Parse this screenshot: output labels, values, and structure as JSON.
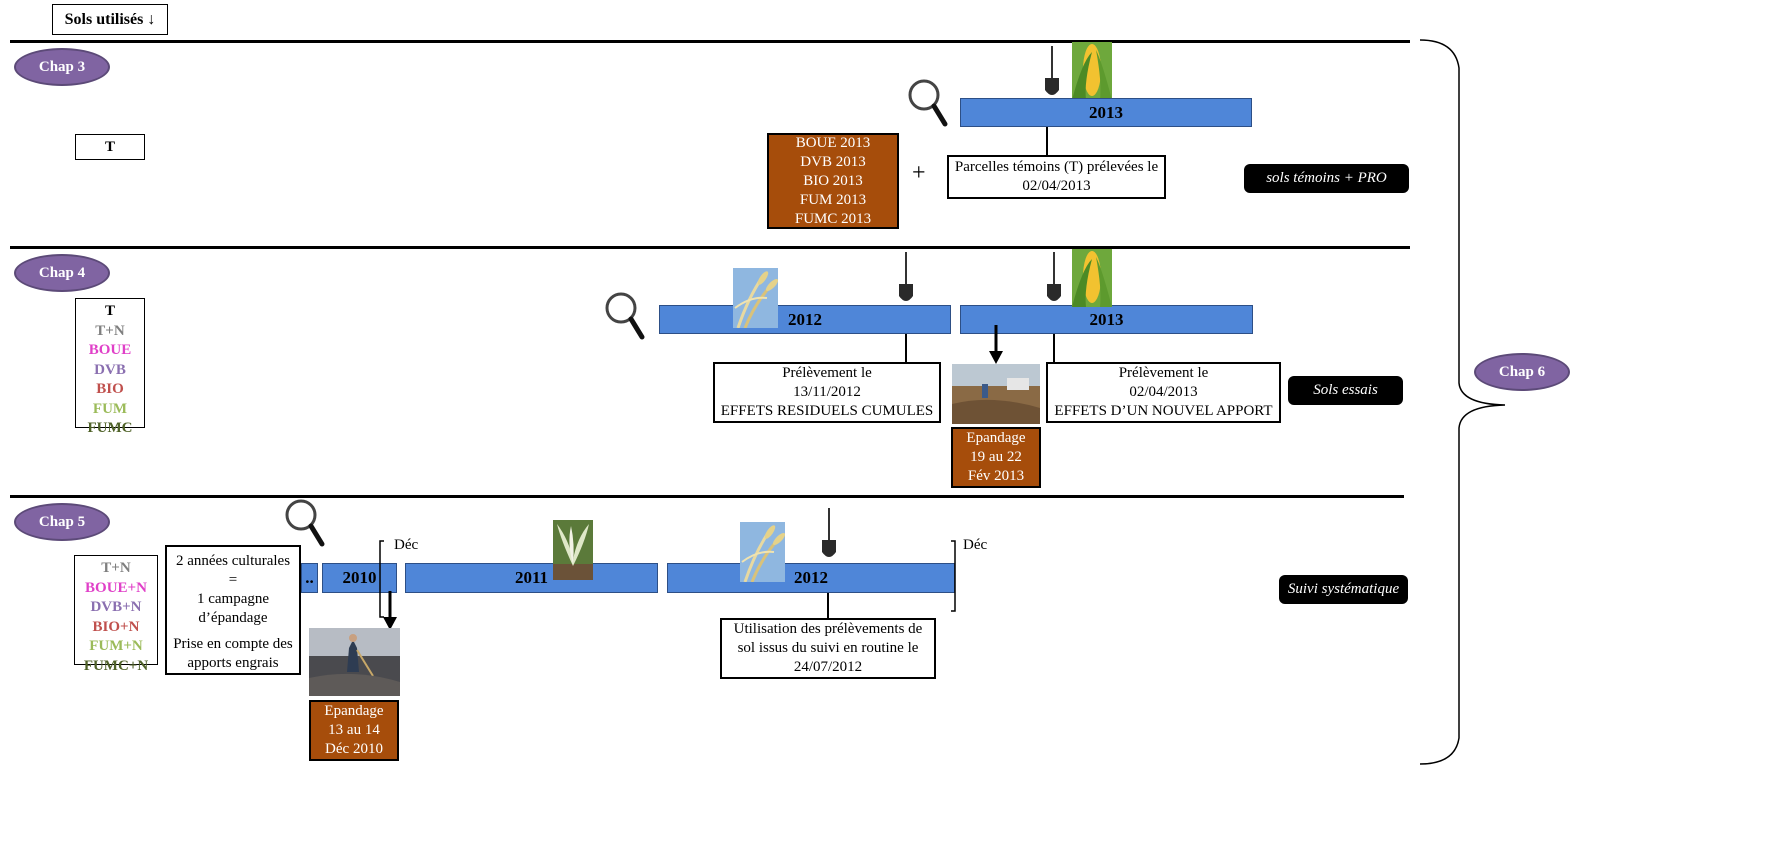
{
  "header": {
    "soils_used": "Sols utilisés ↓"
  },
  "chapters": {
    "chap3": "Chap 3",
    "chap4": "Chap 4",
    "chap5": "Chap 5",
    "chap6": "Chap 6"
  },
  "colors": {
    "accent_purple": "#8064a2",
    "timeline_blue": "#4f86d8",
    "pro_brown": "#a64d0b",
    "boue_magenta": "#e040c8",
    "dvb_purple": "#8a6fb0",
    "bio_red": "#c0504d",
    "fum_green": "#9bbb59",
    "fumc_darkgreen": "#4f6228",
    "tn_gray": "#7f7f7f"
  },
  "icons": [
    "magnifier-icon",
    "spade-icon",
    "corn-icon",
    "wheat-icon",
    "beet-icon",
    "arrow-down-icon"
  ],
  "section3": {
    "legend": [
      "T"
    ],
    "timeline_2013": "2013",
    "pro_list": [
      "BOUE 2013",
      "DVB 2013",
      "BIO 2013",
      "FUM 2013",
      "FUMC 2013"
    ],
    "plus": "+",
    "sampling_text": [
      "Parcelles témoins (T) prélevées le",
      "02/04/2013"
    ],
    "tag": "sols  témoins + PRO"
  },
  "section4": {
    "legend": [
      "T",
      "T+N",
      "BOUE",
      "DVB",
      "BIO",
      "FUM",
      "FUMC"
    ],
    "timeline_2012": "2012",
    "timeline_2013": "2013",
    "sampling_2012": [
      "Prélèvement le",
      "13/11/2012",
      "EFFETS RESIDUELS CUMULES"
    ],
    "sampling_2013": [
      "Prélèvement le",
      "02/04/2013",
      "EFFETS D’UN NOUVEL APPORT"
    ],
    "spreading": [
      "Epandage",
      "19 au 22",
      "Fév 2013"
    ],
    "tag": "Sols essais"
  },
  "section5": {
    "legend": [
      "T+N",
      "BOUE+N",
      "DVB+N",
      "BIO+N",
      "FUM+N",
      "FUMC+N"
    ],
    "note": [
      "2 années culturales",
      "=",
      "1 campagne",
      "d’épandage",
      "",
      "Prise en compte des",
      "apports engrais"
    ],
    "ellipsis": "..",
    "timeline_2010": "2010",
    "timeline_2011": "2011",
    "timeline_2012": "2012",
    "dec_left": "Déc",
    "dec_right": "Déc",
    "spreading": [
      "Epandage",
      "13 au 14",
      "Déc 2010"
    ],
    "usage_text": [
      "Utilisation  des prélèvements de",
      "sol issus du suivi en routine le",
      "24/07/2012"
    ],
    "tag": "Suivi systématique"
  }
}
